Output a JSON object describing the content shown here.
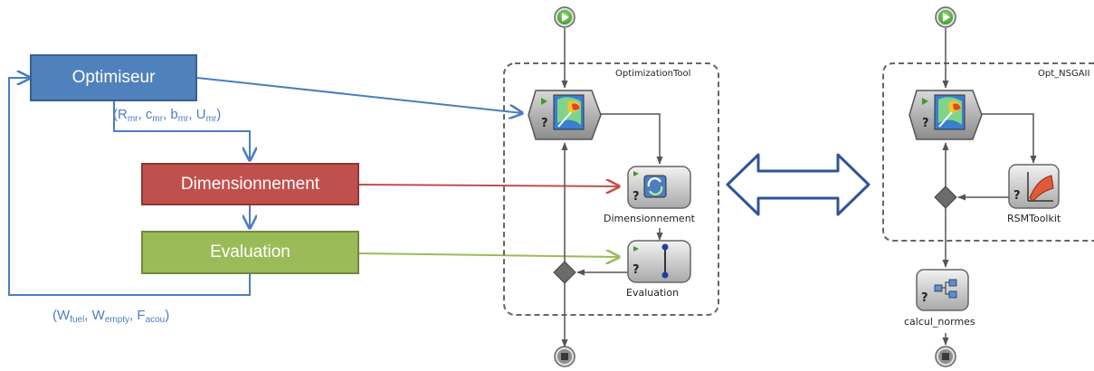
{
  "left_flow": {
    "optimiseur": "Optimiseur",
    "dimensionnement": "Dimensionnement",
    "evaluation": "Evaluation",
    "design_vars": [
      {
        "base": "R",
        "sub": "mr"
      },
      {
        "base": "c",
        "sub": "mr"
      },
      {
        "base": "b",
        "sub": "mr"
      },
      {
        "base": "U",
        "sub": "mr"
      }
    ],
    "outputs": [
      {
        "base": "W",
        "sub": "fuel"
      },
      {
        "base": "W",
        "sub": "empty"
      },
      {
        "base": "F",
        "sub": "acou"
      }
    ]
  },
  "workflow_a": {
    "group_label": "OptimizationTool",
    "node_dim": "Dimensionnement",
    "node_eval": "Evaluation"
  },
  "workflow_b": {
    "group_label": "Opt_NSGAII",
    "node_rsm": "RSMToolkit",
    "node_calc": "calcul_normes"
  },
  "node_badge": "?",
  "colors": {
    "optimiseur": "#4f81bd",
    "dimensionnement": "#c0504d",
    "evaluation": "#9bbb59",
    "flow_line": "#4a7ec0",
    "equivalence_arrow": "#2f5597"
  }
}
